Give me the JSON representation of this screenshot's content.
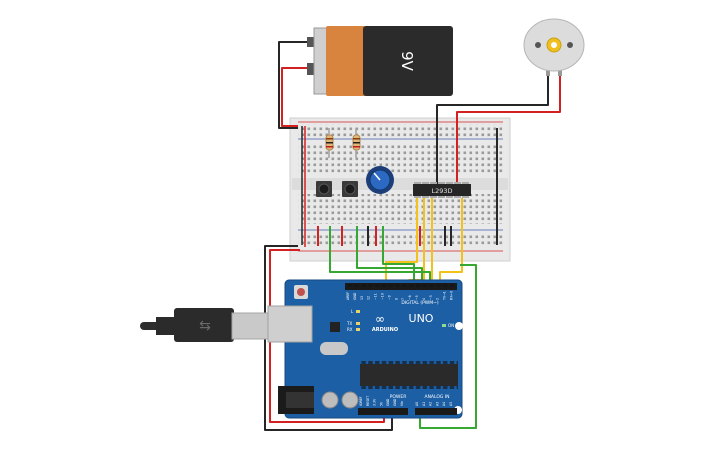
{
  "battery": {
    "label": "9V"
  },
  "ic": {
    "label": "L293D"
  },
  "arduino": {
    "brand": "ARDUINO",
    "model": "UNO",
    "digital_header": "DIGITAL (PWM~)",
    "power_header": "POWER",
    "analog_header": "ANALOG IN",
    "led_l": "L",
    "led_tx": "TX",
    "led_rx": "RX",
    "led_on": "ON",
    "digital_pins": [
      "AREF",
      "GND",
      "13",
      "12",
      "~11",
      "~10",
      "~9",
      "8",
      "7",
      "~6",
      "~5",
      "4",
      "~3",
      "2",
      "TX→1",
      "RX←0"
    ],
    "power_pins": [
      "IOREF",
      "RESET",
      "3.3V",
      "5V",
      "GND",
      "GND",
      "Vin"
    ],
    "analog_pins": [
      "A0",
      "A1",
      "A2",
      "A3",
      "A4",
      "A5"
    ]
  },
  "colors": {
    "wire_red": "#d32020",
    "wire_black": "#262626",
    "wire_green": "#36a831",
    "wire_yellow": "#f2c21b",
    "board_blue": "#1c5fa5",
    "breadboard": "#e8e8e8",
    "battery_orange": "#d9843e",
    "battery_black": "#2b2b2b"
  }
}
